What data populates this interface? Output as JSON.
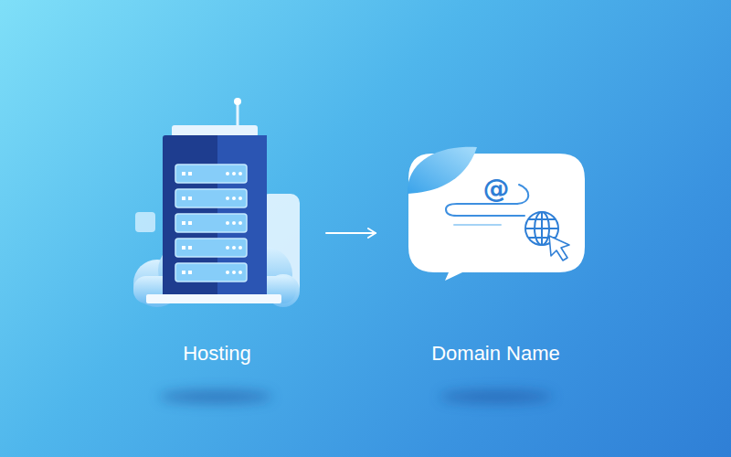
{
  "diagram": {
    "nodes": [
      {
        "text": [
          "Hosting"
        ]
      },
      {
        "text": [
          "Domain Name"
        ]
      }
    ],
    "edges": [
      {
        "from": 0,
        "to": 1,
        "arrow": "to"
      }
    ],
    "labels": [
      "@"
    ]
  }
}
